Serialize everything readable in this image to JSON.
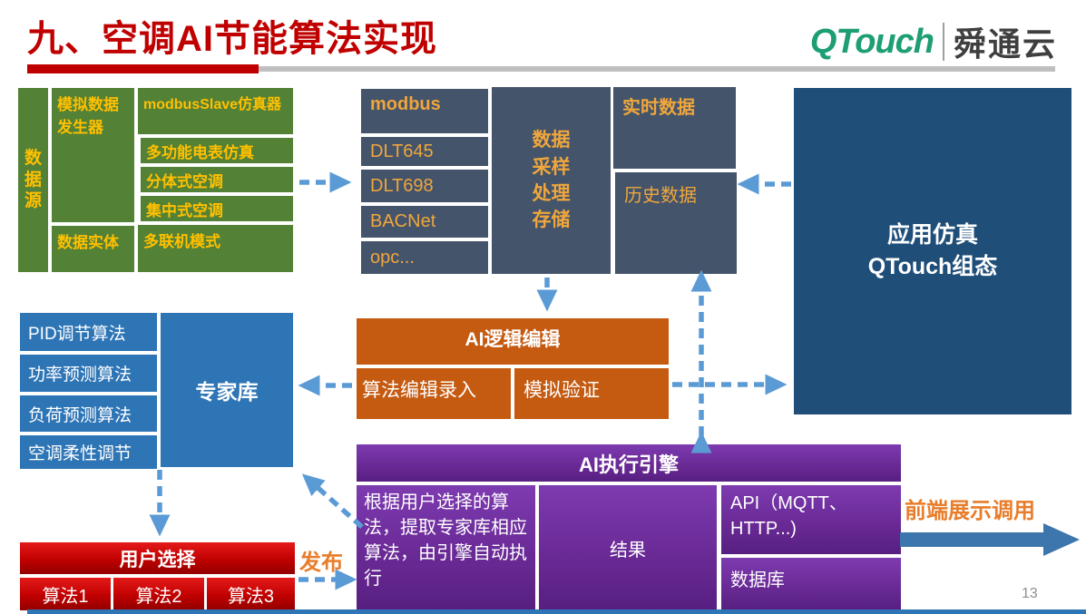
{
  "slide": {
    "title": "九、空调AI节能算法实现",
    "page_number": "13",
    "logo": {
      "brand_en": "QTouch",
      "brand_cn": "舜通云"
    }
  },
  "colors": {
    "title_red": "#C00000",
    "green_box": "#538135",
    "green_box_text": "#FFC000",
    "slate_box": "#44546A",
    "slate_box_text": "#F0A63C",
    "dark_blue_box": "#1F4E79",
    "blue_box": "#2E75B6",
    "orange_box": "#C55A11",
    "purple_box": "#7030A0",
    "red_box": "#C00000",
    "arrow_dashed": "#5B9BD5",
    "arrow_solid": "#3D76AC",
    "label_orange": "#E87D2B"
  },
  "data_source": {
    "label": "数据源",
    "generator": "模拟数据发生器",
    "entity": "数据实体",
    "simulators": [
      "modbusSlave仿真器",
      "多功能电表仿真",
      "分体式空调",
      "集中式空调",
      "多联机模式"
    ]
  },
  "protocols": [
    "modbus",
    "DLT645",
    "DLT698",
    "BACNet",
    "opc..."
  ],
  "sampling": {
    "text": "数据\n采样\n处理\n存储"
  },
  "data_boxes": {
    "realtime": "实时数据",
    "history": "历史数据"
  },
  "simulation": {
    "text": "应用仿真\nQTouch组态"
  },
  "algorithms": [
    "PID调节算法",
    "功率预测算法",
    "负荷预测算法",
    "空调柔性调节"
  ],
  "expert_lib": {
    "label": "专家库"
  },
  "logic_edit": {
    "title": "AI逻辑编辑",
    "items": [
      "算法编辑录入",
      "模拟验证"
    ]
  },
  "exec_engine": {
    "title": "AI执行引擎",
    "description": "根据用户选择的算法，提取专家库相应算法，由引擎自动执行",
    "result": "结果",
    "api": "API（MQTT、\nHTTP...)",
    "database": "数据库"
  },
  "user_select": {
    "title": "用户选择",
    "options": [
      "算法1",
      "算法2",
      "算法3"
    ]
  },
  "labels": {
    "publish": "发布",
    "frontend_call": "前端展示调用"
  }
}
